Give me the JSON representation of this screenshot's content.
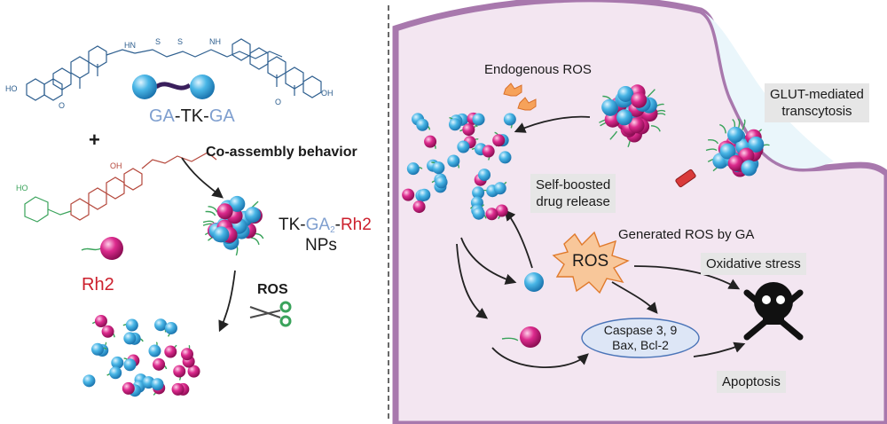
{
  "left": {
    "ga_tk_ga": {
      "ga1": "GA",
      "sep1": "-",
      "tk": "TK",
      "sep2": "-",
      "ga2": "GA"
    },
    "plus": "+",
    "coassembly": "Co-assembly behavior",
    "nps": {
      "tk": "TK-",
      "ga": "GA",
      "sub": "2",
      "sep": "-",
      "rh": "Rh2",
      "line2": "NPs"
    },
    "rh2": "Rh2",
    "ros": "ROS",
    "struct_labels": {
      "ho1": "HO",
      "nh1": "HN",
      "s1": "S",
      "s2": "S",
      "nh2": "NH",
      "oh1": "OH",
      "o1": "O",
      "o2": "O",
      "oh_rh": "OH",
      "ho_rh": "HO"
    }
  },
  "right": {
    "endogenous_ros": "Endogenous ROS",
    "glut": [
      "GLUT-mediated",
      "transcytosis"
    ],
    "self_boosted": [
      "Self-boosted",
      "drug release"
    ],
    "generated_ros": "Generated ROS by GA",
    "ros_burst": "ROS",
    "oxidative": "Oxidative stress",
    "caspase": [
      "Caspase 3, 9",
      "Bax, Bcl-2"
    ],
    "apoptosis": "Apoptosis"
  },
  "colors": {
    "ga_blue": "#7f9fcf",
    "rh_red": "#cc1f2c",
    "structure_blue": "#2e5f8f",
    "structure_red": "#b5483c",
    "sugar_green": "#3aa35b",
    "cell_fill": "#f3e6f1",
    "membrane": "#a878ad",
    "blue_sphere": "#42b2e4",
    "magenta_sphere": "#d6268a",
    "ros_orange": "#f6a25a"
  }
}
